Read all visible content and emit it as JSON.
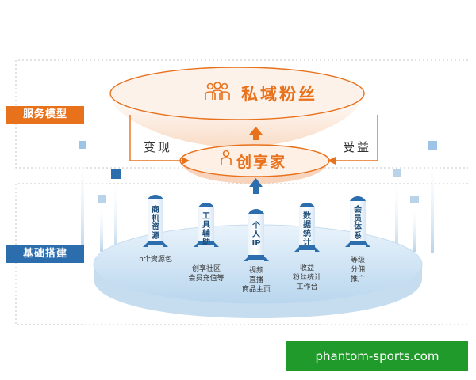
{
  "side_labels": {
    "service_model": "服务模型",
    "infrastructure": "基础搭建"
  },
  "top_bowl": {
    "title": "私域粉丝",
    "icon": "people-icon"
  },
  "middle_bowl": {
    "title": "创享家",
    "icon": "person-icon"
  },
  "arrows": {
    "left_label": "变现",
    "right_label": "受益"
  },
  "rockets": [
    {
      "label_lines": [
        "商",
        "机",
        "资",
        "源"
      ],
      "caption_lines": [
        "n个资源包"
      ]
    },
    {
      "label_lines": [
        "工",
        "具",
        "辅",
        "助"
      ],
      "caption_lines": [
        "创享社区",
        "会员充值等"
      ]
    },
    {
      "label_lines": [
        "个",
        "人",
        "IP"
      ],
      "caption_lines": [
        "视频",
        "直播",
        "商品主页"
      ]
    },
    {
      "label_lines": [
        "数",
        "据",
        "统",
        "计"
      ],
      "caption_lines": [
        "收益",
        "粉丝统计",
        "工作台"
      ]
    },
    {
      "label_lines": [
        "会",
        "员",
        "体",
        "系"
      ],
      "caption_lines": [
        "等级",
        "分佣",
        "推广"
      ]
    }
  ],
  "colors": {
    "orange": "#e8711c",
    "blue": "#2c6dae",
    "light_blue": "#9dc3e6",
    "bowl_fill": "#fbe9dc",
    "base_fill": "#d9eaf7",
    "watermark_bg": "#219a2c"
  },
  "watermark": "phantom-sports.com"
}
